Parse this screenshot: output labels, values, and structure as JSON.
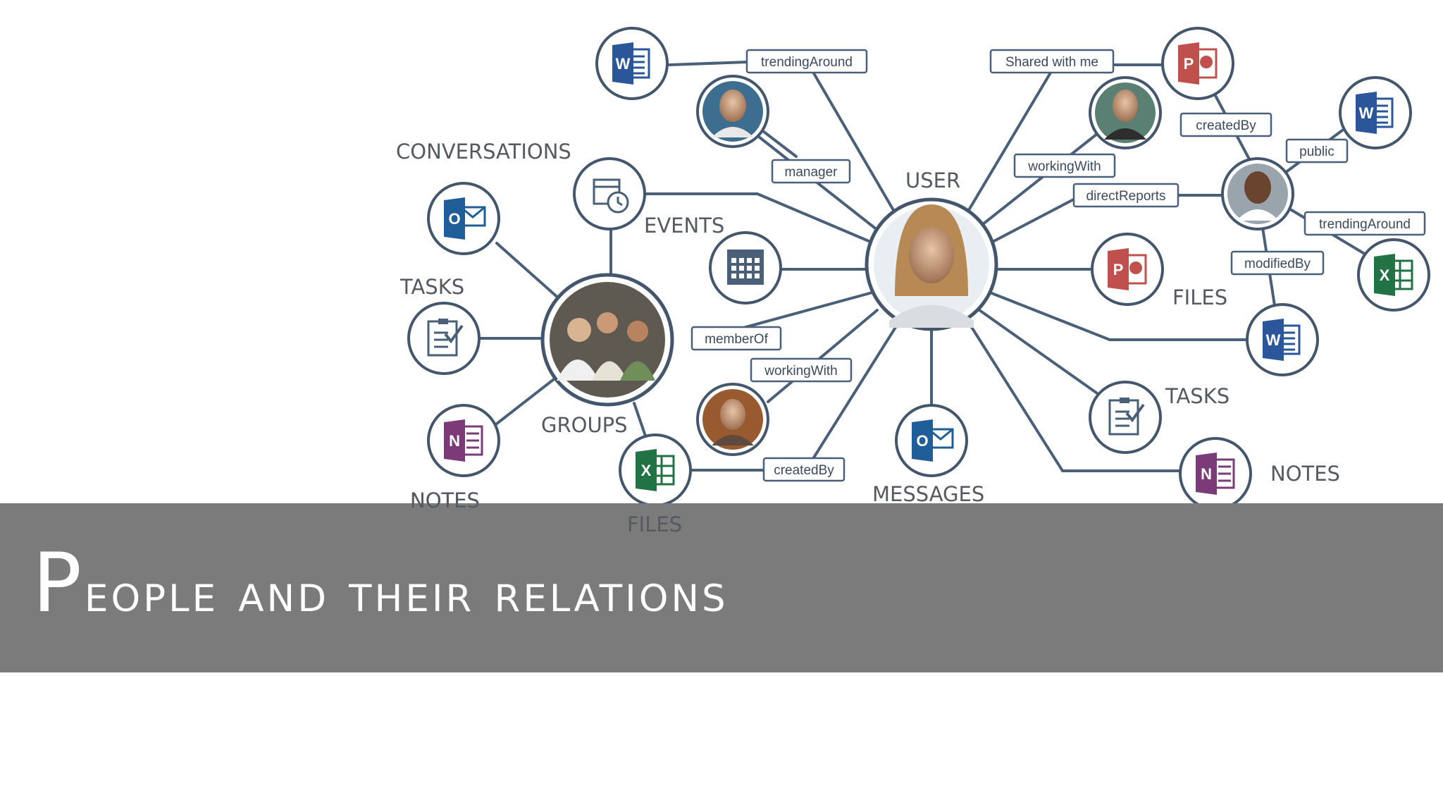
{
  "title": "People and their relations",
  "colors": {
    "line": "#4a5f78",
    "node_border": "#44566c",
    "word": "#2b579a",
    "powerpoint": "#c0504d",
    "excel": "#217346",
    "onenote": "#7a3b78",
    "outlook": "#1f5e99",
    "banner": "#7b7b7b"
  },
  "section_labels": {
    "conversations": "CONVERSATIONS",
    "events": "EVENTS",
    "user": "USER",
    "tasks_left": "TASKS",
    "groups": "GROUPS",
    "notes_left": "NOTES",
    "files_left": "FILES",
    "messages": "MESSAGES",
    "files_right": "FILES",
    "tasks_right": "TASKS",
    "notes_right": "NOTES"
  },
  "edge_labels": {
    "trending_around_top": "trendingAround",
    "shared_with_me": "Shared with me",
    "created_by_top": "createdBy",
    "public": "public",
    "manager": "manager",
    "working_with_top": "workingWith",
    "direct_reports": "directReports",
    "trending_around_right": "trendingAround",
    "modified_by": "modifiedBy",
    "member_of": "memberOf",
    "working_with_bottom": "workingWith",
    "created_by_bottom": "createdBy"
  },
  "icons": {
    "word": {
      "letter": "W"
    },
    "powerpoint": {
      "letter": "P"
    },
    "excel": {
      "letter": "X"
    },
    "onenote": {
      "letter": "N"
    },
    "outlook": {
      "letter": "O"
    }
  }
}
